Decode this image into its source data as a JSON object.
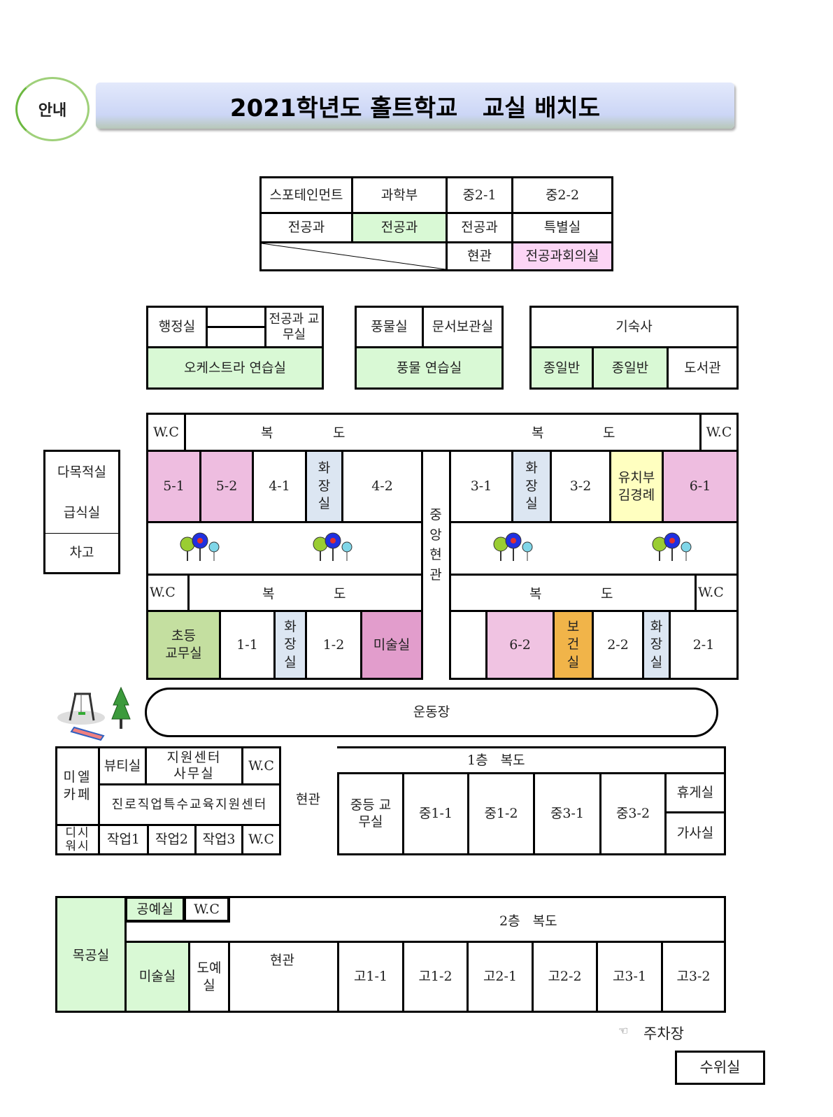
{
  "title": "2021학년도 홀트학교   교실 배치도",
  "logo": "안내",
  "top_block": {
    "r1": [
      "스포테인먼트",
      "과학부",
      "중2-1",
      "중2-2"
    ],
    "r2": [
      "전공과",
      "전공과",
      "전공과",
      "특별실"
    ],
    "r3": [
      "현관",
      "전공과회의실"
    ]
  },
  "block_a": {
    "admin": "행정실",
    "teachers": "전공과 교무실",
    "orchestra": "오케스트라 연습실"
  },
  "block_b": {
    "pungmul": "풍물실",
    "archive": "문서보관실",
    "practice": "풍물 연습실"
  },
  "block_c": {
    "dorm": "기숙사",
    "allday1": "종일반",
    "allday2": "종일반",
    "library": "도서관"
  },
  "left_block": [
    "다목적실",
    "급식실",
    "차고"
  ],
  "main": {
    "wc": "W.C",
    "corridor": "복",
    "corridor2": "도",
    "center_entrance": "중앙현관",
    "upper_left": [
      "5-1",
      "5-2",
      "4-1",
      "화장실",
      "4-2"
    ],
    "upper_right": [
      "3-1",
      "화장실",
      "3-2",
      "유치부 김경례",
      "6-1"
    ],
    "lower_left": [
      "초등 교무실",
      "1-1",
      "화장실",
      "1-2",
      "미술실"
    ],
    "lower_right": [
      "6-2",
      "보건실",
      "2-2",
      "화장실",
      "2-1"
    ]
  },
  "playground": "운동장",
  "floor1": {
    "cafe": "미엘 카페",
    "dish": "디시 워시",
    "beauty": "뷰티실",
    "support_office": "지원센터 사무실",
    "wc": "W.C",
    "center": "진로직업특수교육지원센터",
    "work": [
      "작업1",
      "작업2",
      "작업3"
    ],
    "entrance": "현관",
    "corridor": "1층   복도",
    "rooms": [
      "중등 교무실",
      "중1-1",
      "중1-2",
      "중3-1",
      "중3-2"
    ],
    "lounge": "휴게실",
    "home_ec": "가사실"
  },
  "floor2": {
    "wood": "목공실",
    "craft": "공예실",
    "wc": "W.C",
    "corridor": "2층   복도",
    "art": "미술실",
    "ceramics": "도예실",
    "entrance": "현관",
    "rooms": [
      "고1-1",
      "고1-2",
      "고2-1",
      "고2-2",
      "고3-1",
      "고3-2"
    ]
  },
  "parking": "주차장",
  "guard": "수위실"
}
